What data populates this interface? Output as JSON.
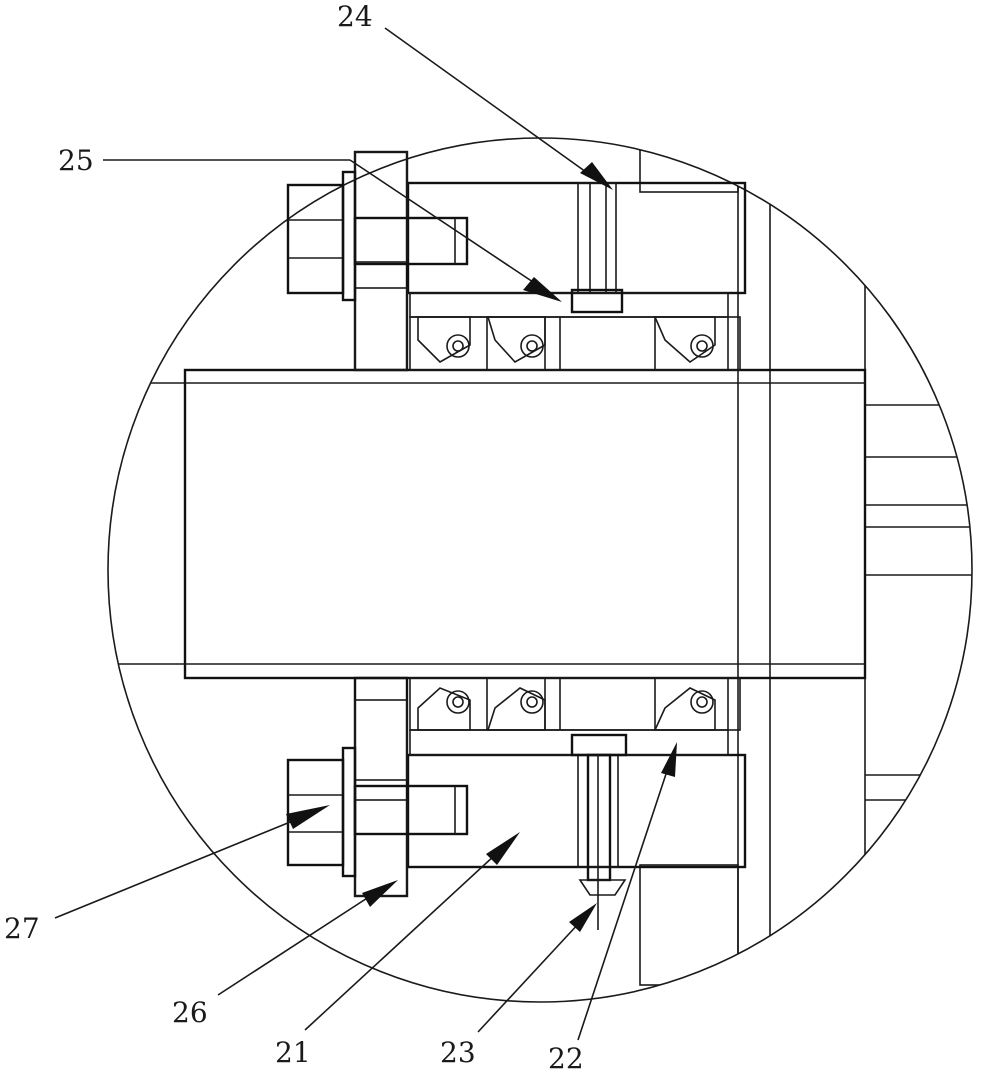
{
  "diagram": {
    "reference_labels": [
      "21",
      "22",
      "23",
      "24",
      "25",
      "26",
      "27"
    ]
  }
}
